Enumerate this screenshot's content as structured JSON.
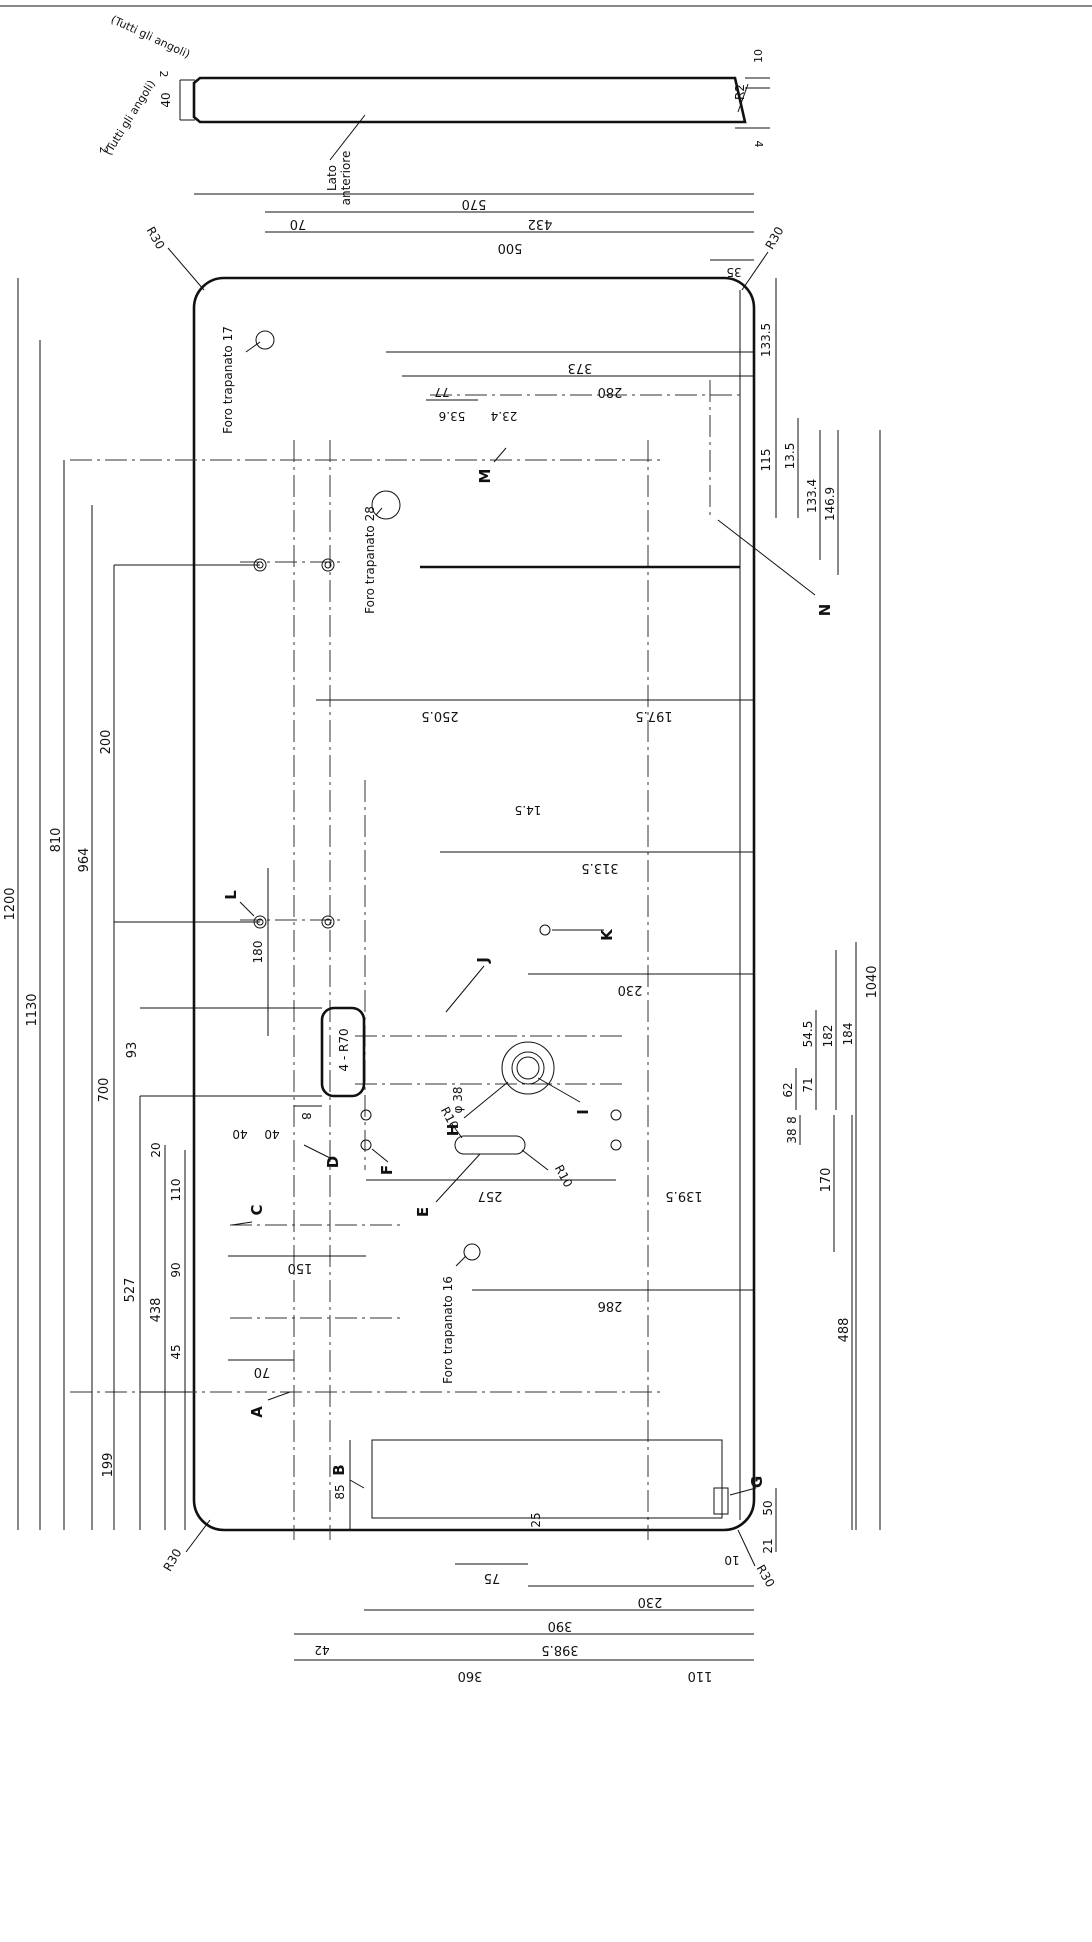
{
  "palette": {
    "ink": "#111111",
    "paper": "#ffffff"
  },
  "edge_notes": {
    "lato_line1": "Lato",
    "lato_line2": "anteriore",
    "tutti_top": "(Tutti gli angoli)",
    "tutti_bottom": "(Tutti gli angoli)",
    "chamfer_top": "2",
    "chamfer_bottom": "2",
    "thickness": "40",
    "r2": "R2",
    "d10": "10",
    "d4": "4"
  },
  "holes": {
    "foro17": "Foro trapanato 17",
    "foro28": "Foro trapanato 28",
    "foro16": "Foro trapanato 16",
    "phi38": "φ 38",
    "r10_top": "R10",
    "r10_bottom": "R10",
    "slot": "4 - R70"
  },
  "corners": {
    "tl": "R30",
    "tr": "R30",
    "bl": "R30",
    "br": "R30"
  },
  "markers": [
    "A",
    "B",
    "C",
    "D",
    "E",
    "F",
    "G",
    "H",
    "I",
    "J",
    "K",
    "L",
    "M",
    "N"
  ],
  "dims_left": [
    "1200",
    "1130",
    "810",
    "964",
    "700",
    "527",
    "438",
    "199",
    "200",
    "93",
    "85",
    "20",
    "110",
    "90",
    "45",
    "180",
    "8"
  ],
  "dims_top": [
    "570",
    "432",
    "70",
    "500",
    "35",
    "373",
    "280",
    "77",
    "53.6",
    "23.4",
    "250.5",
    "197.5",
    "14.5",
    "313.5",
    "230",
    "40",
    "40",
    "150",
    "70",
    "257",
    "139.5",
    "286",
    "25",
    "75",
    "230",
    "390",
    "398.5",
    "42",
    "360",
    "110",
    "10"
  ],
  "dims_right": [
    "133.5",
    "115",
    "13.5",
    "133.4",
    "146.9",
    "1040",
    "184",
    "182",
    "54.5",
    "71",
    "62",
    "8",
    "38",
    "170",
    "488",
    "50",
    "21"
  ]
}
